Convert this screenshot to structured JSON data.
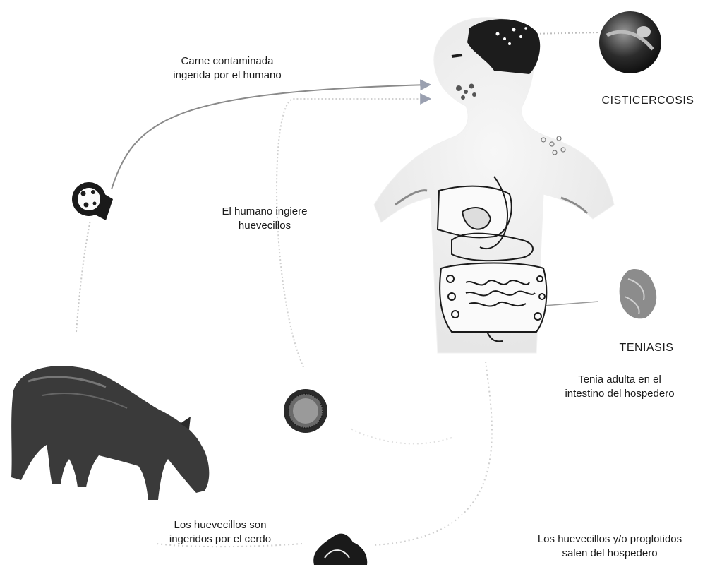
{
  "labels": {
    "meat_ingested": [
      "Carne contaminada",
      "ingerida por el humano"
    ],
    "human_eggs": [
      "El humano ingiere",
      "huevecillos"
    ],
    "cysticercosis": "CISTICERCOSIS",
    "teniasis": "TENIASIS",
    "adult_tapeworm": [
      "Tenia adulta en el",
      "intestino del hospedero"
    ],
    "pig_eggs": [
      "Los huevecillos son",
      "ingeridos por el cerdo"
    ],
    "eggs_exit": [
      "Los huevecillos y/o proglotidos",
      "salen del hospedero"
    ]
  },
  "colors": {
    "ink": "#1a1a1a",
    "arrow_dark": "#8a8a8a",
    "arrow_light": "#d2d2d2",
    "arrow_head": "#9aa0b0",
    "body_shade": "#e9e9e9",
    "pig": "#3a3a3a"
  },
  "icons": {
    "human": "human-silhouette",
    "brain": "brain-cyst-icon",
    "cyst": "cysticercus-icon",
    "muscle": "infected-meat-icon",
    "intestine": "digestive-tract-icon",
    "tapeworm": "tapeworm-icon",
    "pig": "pig-icon",
    "egg": "egg-icon",
    "stool": "stool-icon"
  }
}
